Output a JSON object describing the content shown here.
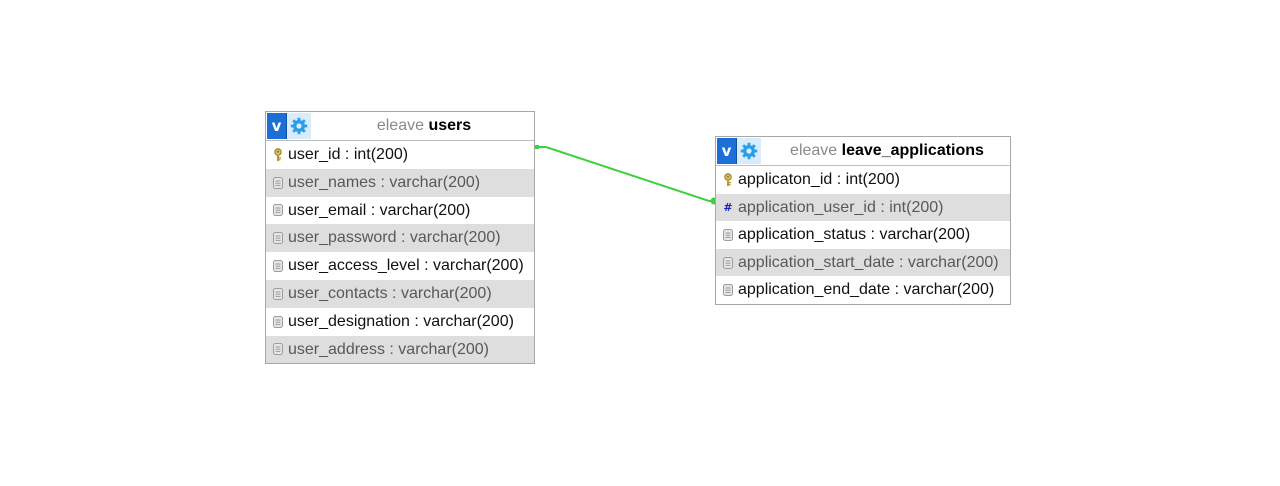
{
  "tables": [
    {
      "database": "eleave",
      "name": "users",
      "header_icons": {
        "left": "v-icon",
        "right": "gear-icon"
      },
      "columns": [
        {
          "name": "user_id",
          "type": "int(200)",
          "icon": "key-icon"
        },
        {
          "name": "user_names",
          "type": "varchar(200)",
          "icon": "column-icon"
        },
        {
          "name": "user_email",
          "type": "varchar(200)",
          "icon": "column-icon"
        },
        {
          "name": "user_password",
          "type": "varchar(200)",
          "icon": "column-icon"
        },
        {
          "name": "user_access_level",
          "type": "varchar(200)",
          "icon": "column-icon"
        },
        {
          "name": "user_contacts",
          "type": "varchar(200)",
          "icon": "column-icon"
        },
        {
          "name": "user_designation",
          "type": "varchar(200)",
          "icon": "column-icon"
        },
        {
          "name": "user_address",
          "type": "varchar(200)",
          "icon": "column-icon"
        }
      ]
    },
    {
      "database": "eleave",
      "name": "leave_applications",
      "header_icons": {
        "left": "v-icon",
        "right": "gear-icon"
      },
      "columns": [
        {
          "name": "applicaton_id",
          "type": "int(200)",
          "icon": "key-icon"
        },
        {
          "name": "application_user_id",
          "type": "int(200)",
          "icon": "hash-icon"
        },
        {
          "name": "application_status",
          "type": "varchar(200)",
          "icon": "column-icon"
        },
        {
          "name": "application_start_date",
          "type": "varchar(200)",
          "icon": "column-icon"
        },
        {
          "name": "application_end_date",
          "type": "varchar(200)",
          "icon": "column-icon"
        }
      ]
    }
  ],
  "header_v_letter": "v",
  "separator": " : ",
  "relations": [
    {
      "from": "users.user_id",
      "to": "leave_applications.application_user_id",
      "color": "#3ed03e"
    }
  ],
  "colors": {
    "header_v_bg": "#1d6fd8",
    "gear": "#2a9ee8",
    "alt_row": "#dedede",
    "key": "#b89a2a",
    "hash": "#2020c0",
    "relation": "#3ed03e"
  }
}
